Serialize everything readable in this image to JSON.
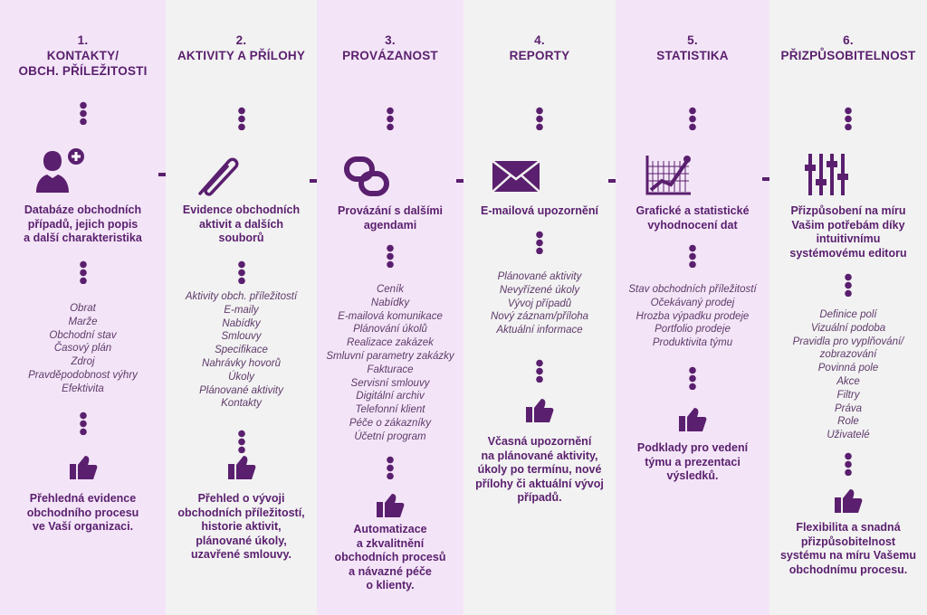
{
  "colors": {
    "purple": "#5a1f6e",
    "col_purple": "#f3e5f7",
    "col_gray": "#f2f2f2"
  },
  "columns": [
    {
      "number": "1.",
      "title": [
        "KONTAKTY/",
        "OBCH. PŘÍLEŽITOSTI"
      ],
      "icon": "user-add-icon",
      "description": [
        "Databáze obchodních",
        "případů, jejich popis",
        "a další charakteristika"
      ],
      "items": [
        "Obrat",
        "Marže",
        "Obchodní stav",
        "Časový plán",
        "Zdroj",
        "Pravděpodobnost výhry",
        "Efektivita"
      ],
      "benefit": [
        "Přehledná evidence",
        "obchodního procesu",
        "ve Vaší organizaci."
      ]
    },
    {
      "number": "2.",
      "title": [
        "AKTIVITY A PŘÍLOHY"
      ],
      "icon": "paperclip-icon",
      "description": [
        "Evidence obchodních",
        "aktivit a dalších",
        "souborů"
      ],
      "items": [
        "Aktivity obch. příležitostí",
        "E-maily",
        "Nabídky",
        "Smlouvy",
        "Specifikace",
        "Nahrávky hovorů",
        "Úkoly",
        "Plánované aktivity",
        "Kontakty"
      ],
      "benefit": [
        "Přehled o vývoji",
        "obchodních příležitostí,",
        "historie aktivit,",
        "plánované úkoly,",
        "uzavřené smlouvy."
      ]
    },
    {
      "number": "3.",
      "title": [
        "PROVÁZANOST"
      ],
      "icon": "link-icon",
      "description": [
        "Provázání s dalšími",
        "agendami"
      ],
      "items": [
        "Ceník",
        "Nabídky",
        "E-mailová komunikace",
        "Plánování úkolů",
        "Realizace zakázek",
        "Smluvní parametry zakázky",
        "Fakturace",
        "Servisní smlouvy",
        "Digitální archiv",
        "Telefonní klient",
        "Péče o zákazníky",
        "Účetní program"
      ],
      "benefit": [
        "Automatizace",
        "a zkvalitnění",
        "obchodních procesů",
        "a návazné péče",
        "o klienty."
      ]
    },
    {
      "number": "4.",
      "title": [
        "REPORTY"
      ],
      "icon": "envelope-icon",
      "description": [
        "E-mailová upozornění"
      ],
      "items": [
        "Plánované aktivity",
        "Nevyřízené úkoly",
        "Vývoj případů",
        "Nový záznam/příloha",
        "Aktuální informace"
      ],
      "benefit": [
        "Včasná upozornění",
        "na plánované aktivity,",
        "úkoly po termínu, nové",
        "přílohy či aktuální vývoj",
        "případů."
      ]
    },
    {
      "number": "5.",
      "title": [
        "STATISTIKA"
      ],
      "icon": "chart-icon",
      "description": [
        "Grafické a statistické",
        "vyhodnocení dat"
      ],
      "items": [
        "Stav obchodních příležitostí",
        "Očekávaný prodej",
        "Hrozba výpadku prodeje",
        "Portfolio prodeje",
        "Produktivita týmu"
      ],
      "benefit": [
        "Podklady pro vedení",
        "týmu a prezentaci",
        "výsledků."
      ]
    },
    {
      "number": "6.",
      "title": [
        "PŘIZPŮSOBITELNOST"
      ],
      "icon": "sliders-icon",
      "description": [
        "Přizpůsobení na míru",
        "Vašim potřebám díky",
        "intuitivnímu",
        "systémovému editoru"
      ],
      "items": [
        "Definice polí",
        "Vizuální podoba",
        "Pravidla pro vyplňování/",
        "zobrazování",
        "Povinná pole",
        "Akce",
        "Filtry",
        "Práva",
        "Role",
        "Uživatelé"
      ],
      "benefit": [
        "Flexibilita a snadná",
        "přizpůsobitelnost",
        "systému na míru Vašemu",
        "obchodnímu procesu."
      ]
    }
  ]
}
